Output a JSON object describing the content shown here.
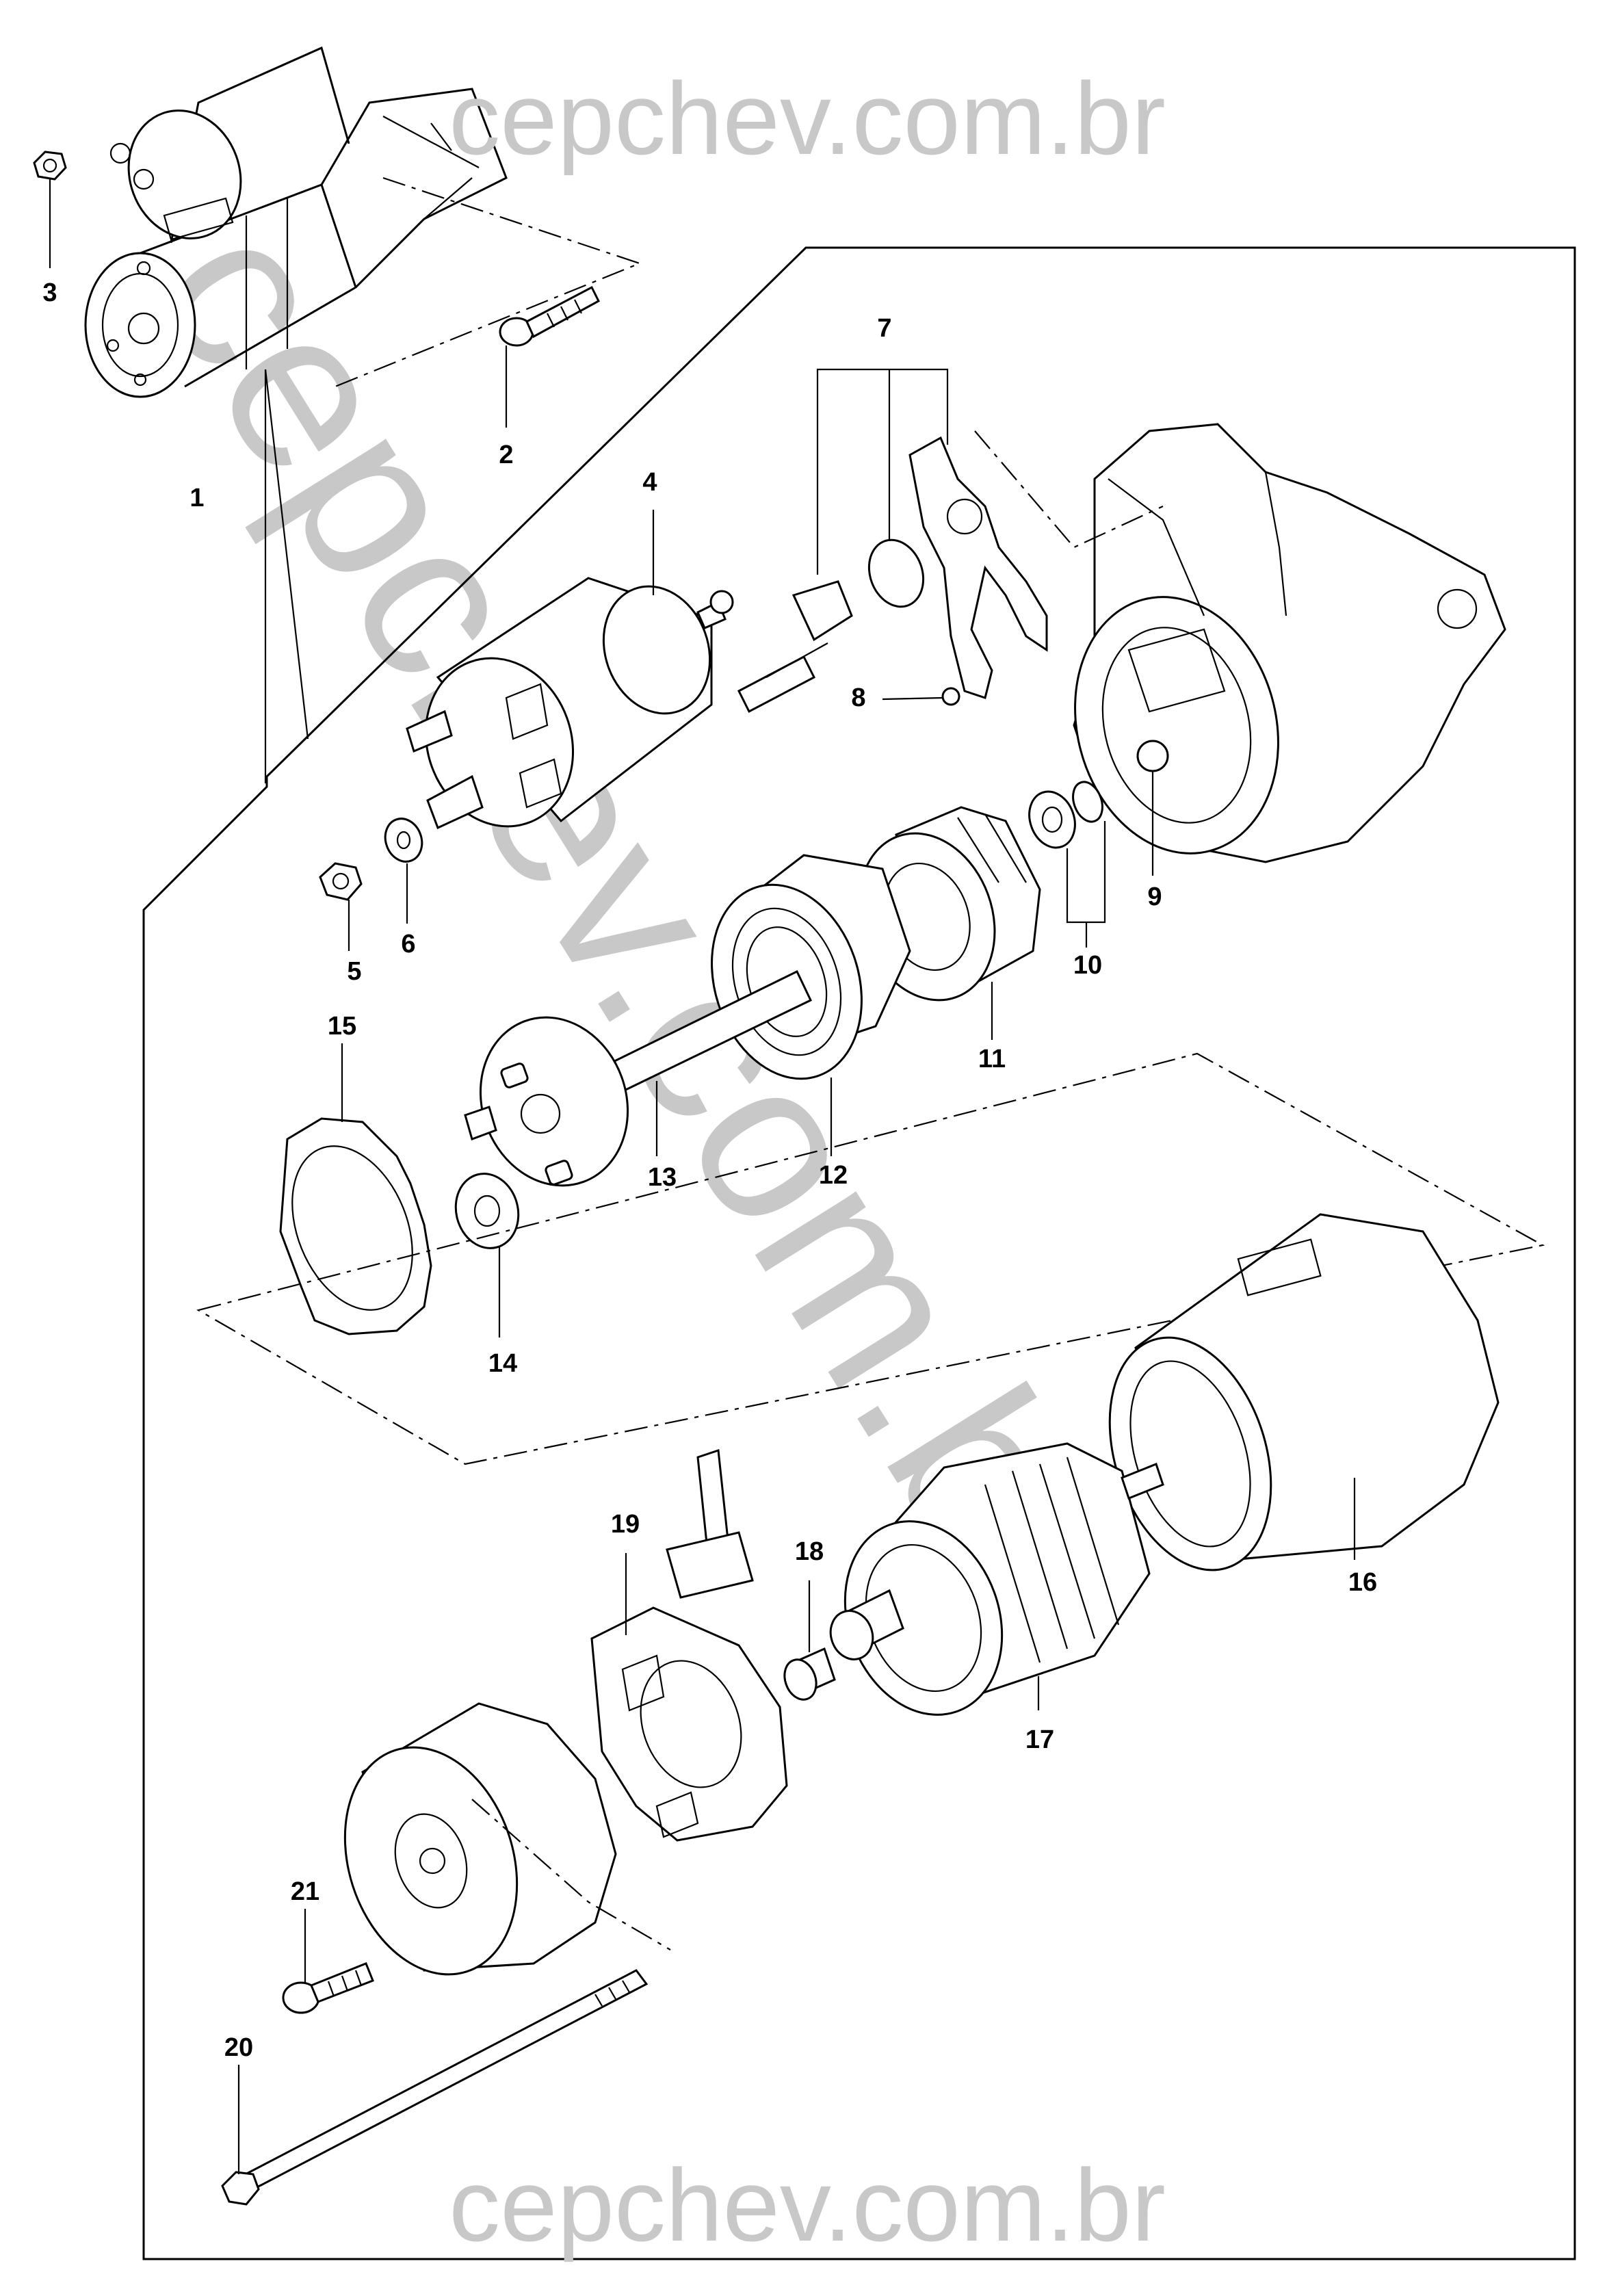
{
  "watermark": {
    "top": "cepchev.com.br",
    "diagonal": "cepchev.com.br",
    "bottom": "cepchev.com.br"
  },
  "labels": {
    "p1": "1",
    "p2": "2",
    "p3": "3",
    "p4": "4",
    "p5": "5",
    "p6": "6",
    "p7": "7",
    "p8": "8",
    "p9": "9",
    "p10": "10",
    "p11": "11",
    "p12": "12",
    "p13": "13",
    "p14": "14",
    "p15": "15",
    "p16": "16",
    "p17": "17",
    "p18": "18",
    "p19": "19",
    "p20": "20",
    "p21": "21"
  }
}
